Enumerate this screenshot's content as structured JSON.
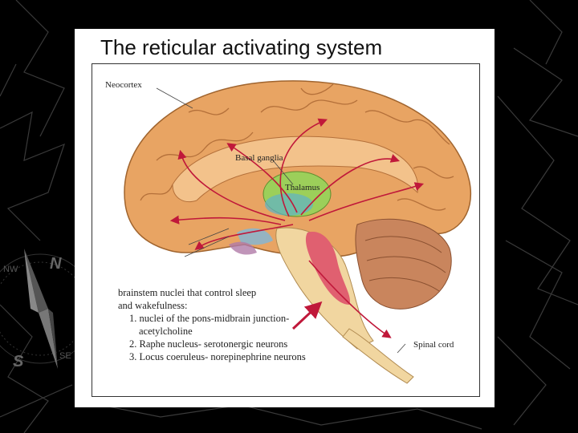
{
  "slide": {
    "title": "The reticular activating system"
  },
  "figure": {
    "labels": {
      "neocortex": "Neocortex",
      "basal_ganglia": "Basal ganglia",
      "thalamus": "Thalamus",
      "spinal_cord": "Spinal cord"
    },
    "caption": {
      "intro_line1": "brainstem nuclei that control sleep",
      "intro_line2": "and wakefulness:",
      "item1_line1": "1. nuclei of the pons-midbrain junction-",
      "item1_line2": "acetylcholine",
      "item2": "2. Raphe nucleus- serotonergic neurons",
      "item3": "3. Locus coeruleus- norepinephrine neurons"
    }
  },
  "compass": {
    "north": "N",
    "south": "S",
    "west": "NW",
    "east": "SE"
  },
  "colors": {
    "background": "#000000",
    "slide": "#ffffff",
    "cortex": "#e8a463",
    "thalamus": "#9ccf5a",
    "brainstem": "#f1d6a0",
    "nucleus": "#e06070",
    "cerebellum": "#c9855d",
    "arrow": "#c0183a"
  }
}
